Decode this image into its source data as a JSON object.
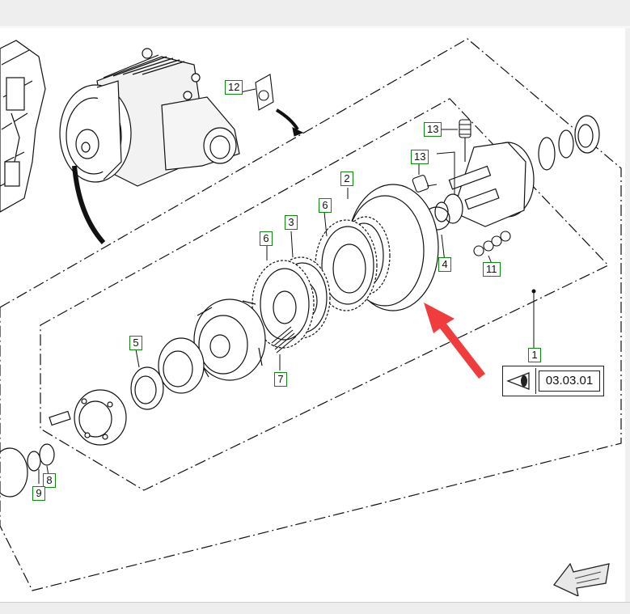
{
  "callouts": {
    "c1": "1",
    "c2": "2",
    "c3": "3",
    "c4": "4",
    "c5": "5",
    "c6a": "6",
    "c6b": "6",
    "c7": "7",
    "c8": "8",
    "c9": "9",
    "c11": "11",
    "c12": "12",
    "c13a": "13",
    "c13b": "13"
  },
  "reference": {
    "code": "03.03.01",
    "icon": "eye-icon"
  },
  "pointer": {
    "icon": "red-arrow-icon",
    "color": "#f03c3c"
  },
  "navigation": {
    "icon": "navigation-arrow-icon"
  },
  "colors": {
    "callout_border": "#0a8a0a",
    "line": "#111111"
  }
}
